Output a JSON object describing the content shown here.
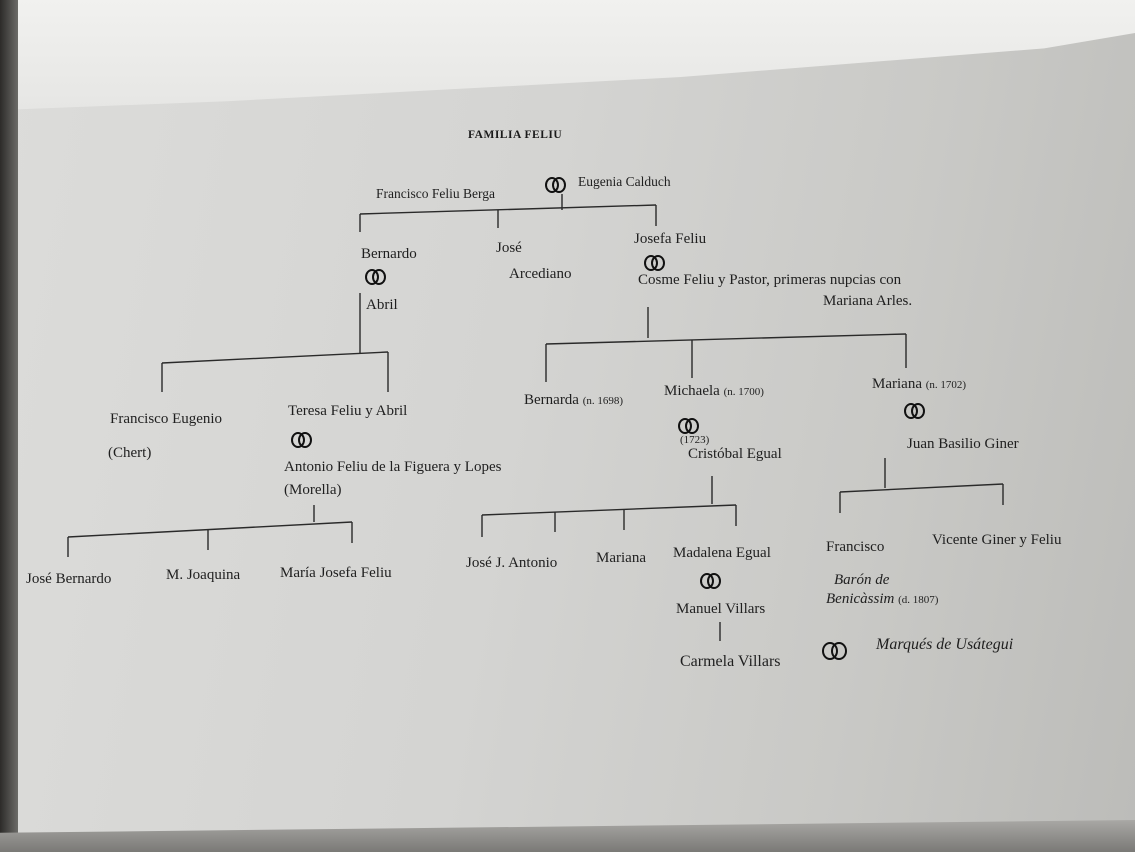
{
  "title": "FAMILIA FELIU",
  "people": {
    "francisco_feliu_berga": "Francisco Feliu Berga",
    "eugenia_calduch": "Eugenia Calduch",
    "bernardo": "Bernardo",
    "abril": "Abril",
    "jose": "José",
    "arcediano": "Arcediano",
    "josefa_feliu": "Josefa Feliu",
    "cosme_line1": "Cosme Feliu y Pastor, primeras nupcias con",
    "cosme_line2": "Mariana Arles.",
    "francisco_eugenio": "Francisco Eugenio",
    "chert": "(Chert)",
    "teresa": "Teresa Feliu y Abril",
    "antonio": "Antonio Feliu de la Figuera y Lopes",
    "morella": "(Morella)",
    "bernarda": "Bernarda",
    "bernarda_birth": "(n. 1698)",
    "michaela": "Michaela",
    "michaela_birth": "(n. 1700)",
    "mariana_1702": "Mariana",
    "mariana_birth": "(n. 1702)",
    "year_1723": "(1723)",
    "cristobal": "Cristóbal Egual",
    "juan_basilio": "Juan Basilio Giner",
    "jose_bernardo": "José Bernardo",
    "m_joaquina": "M. Joaquina",
    "maria_josefa": "María Josefa Feliu",
    "jose_j_antonio": "José J. Antonio",
    "mariana": "Mariana",
    "madalena": "Madalena Egual",
    "francisco": "Francisco",
    "vicente": "Vicente Giner y Feliu",
    "baron_line1": "Barón de",
    "baron_line2": "Benicàssim",
    "baron_death": "(d. 1807)",
    "manuel": "Manuel Villars",
    "carmela": "Carmela Villars",
    "marques": "Marqués de Usátegui"
  },
  "marriage_symbol": "wedding-rings-icon"
}
